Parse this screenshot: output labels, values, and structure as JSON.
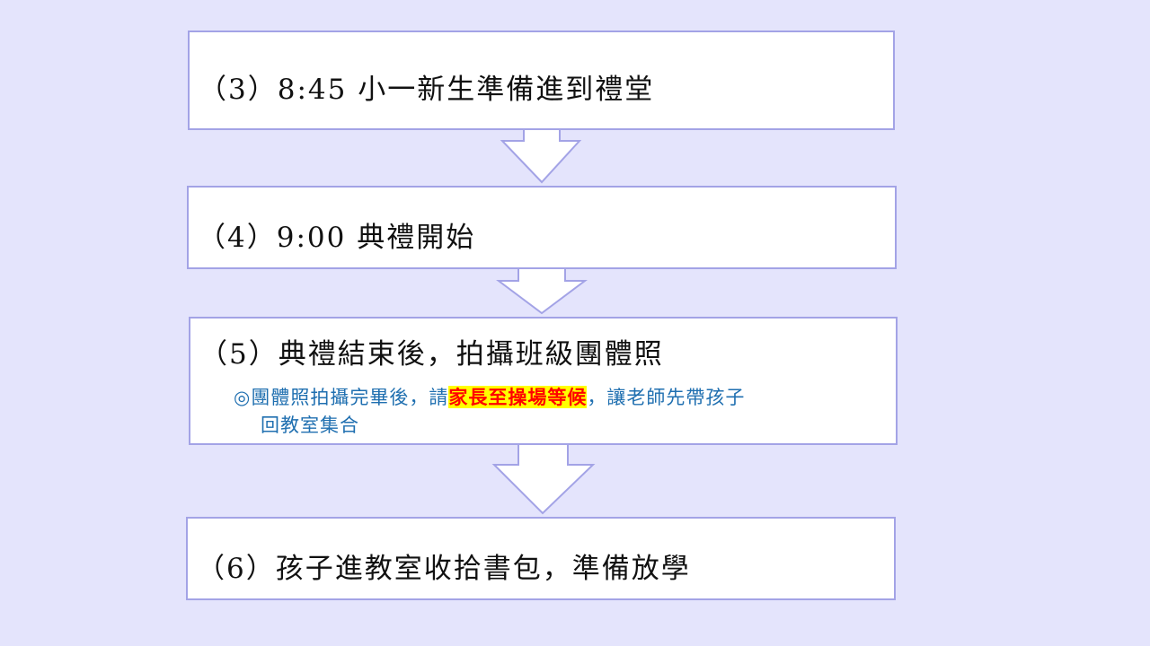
{
  "steps": [
    {
      "label": "（3）8:45 小一新生準備進到禮堂"
    },
    {
      "label": "（4）9:00 典禮開始"
    },
    {
      "label": "（5）典禮結束後，拍攝班級團體照",
      "note": {
        "bullet": "◎",
        "before": "團體照拍攝完畢後，請",
        "highlight": "家長至操場等候",
        "after": "，讓老師先帶孩子",
        "continuation": "回教室集合"
      }
    },
    {
      "label": "（6）孩子進教室收拾書包，準備放學"
    }
  ],
  "colors": {
    "background": "#e4e4fc",
    "border": "#a3a3e6",
    "note": "#1f6fb0",
    "highlight_bg": "#ffff00",
    "highlight_text": "#ff0000"
  }
}
